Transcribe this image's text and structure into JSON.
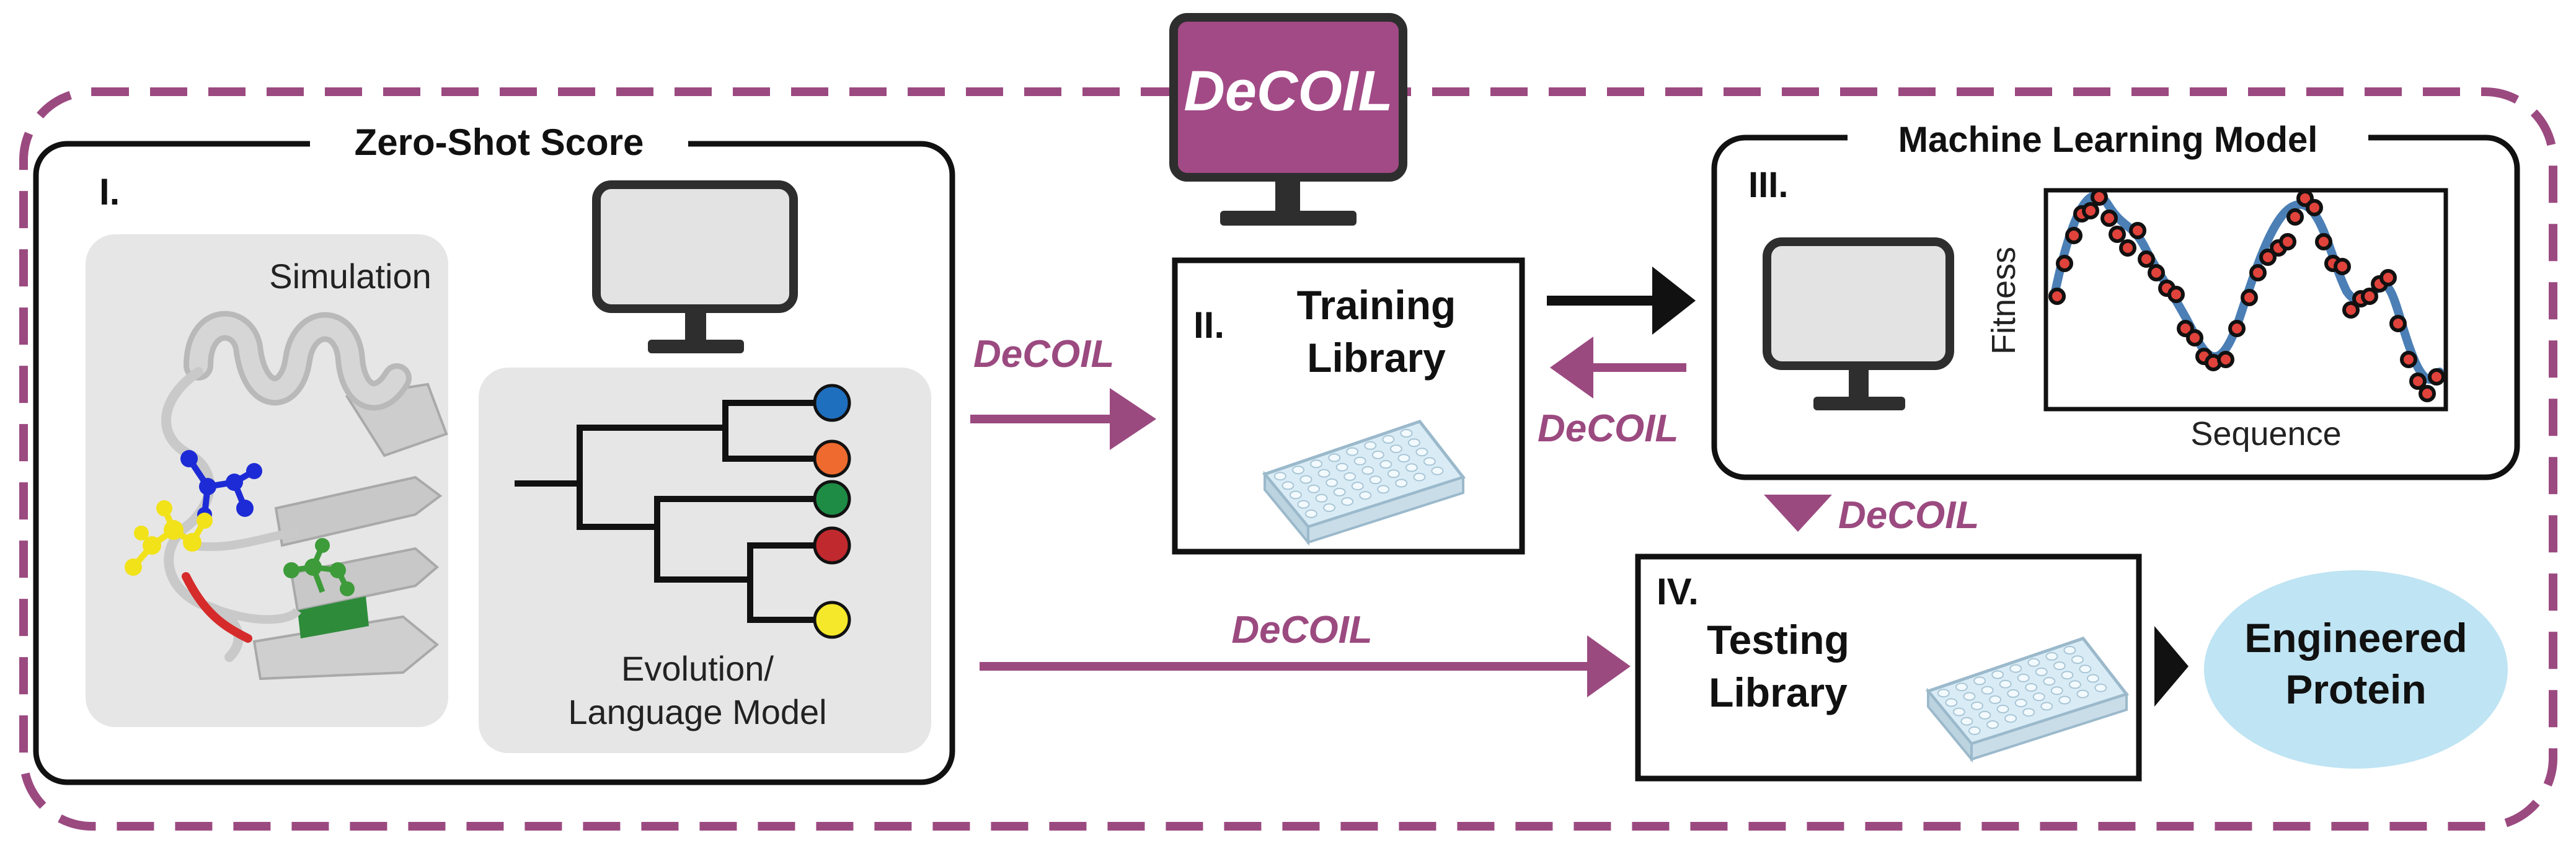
{
  "app_title": "DeCOIL",
  "colors": {
    "accent_purple": "#9b4a80",
    "monitor_purple": "#a24a86",
    "panel_gray": "#e6e6e6",
    "screen_gray": "#e3e3e3",
    "fit_curve": "#4b7fb5",
    "point_fill": "#e0433b",
    "product_fill": "#bfe4f3",
    "leaf_colors": [
      "#1f6fbf",
      "#ee6a2e",
      "#1e8c45",
      "#c0292e",
      "#f5e82a"
    ]
  },
  "zero_shot": {
    "section_title": "Zero-Shot Score",
    "numeral": "I.",
    "simulation_label": "Simulation",
    "evolution_label_line1": "Evolution/",
    "evolution_label_line2": "Language Model"
  },
  "training": {
    "numeral": "II.",
    "title_line1": "Training",
    "title_line2": "Library"
  },
  "ml_model": {
    "section_title": "Machine Learning Model",
    "numeral": "III.",
    "y_axis_label": "Fitness",
    "x_axis_label": "Sequence"
  },
  "testing": {
    "numeral": "IV.",
    "title_line1": "Testing",
    "title_line2": "Library"
  },
  "product": {
    "line1": "Engineered",
    "line2": "Protein"
  },
  "arrow_labels": {
    "to_training": "DeCOIL",
    "from_ml_to_training": "DeCOIL",
    "ml_to_testing": "DeCOIL",
    "zero_shot_to_testing": "DeCOIL"
  }
}
